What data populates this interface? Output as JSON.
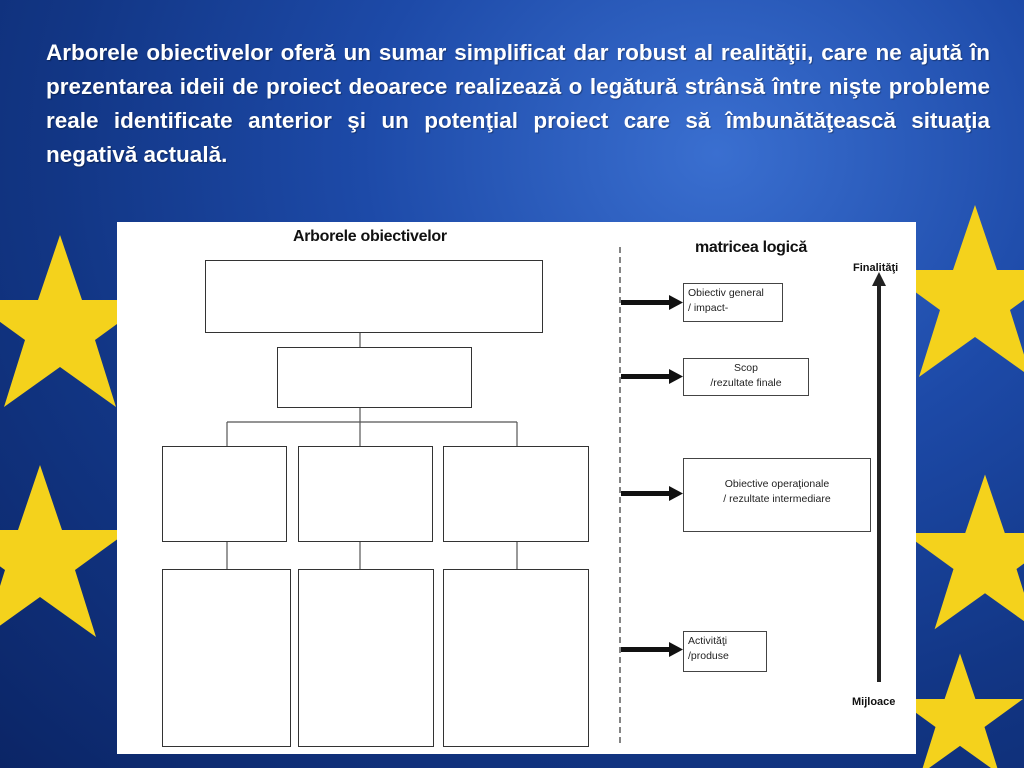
{
  "slide": {
    "paragraph": "Arborele obiectivelor oferă un sumar simplificat dar robust  al realităţii, care ne ajută în prezentarea ideii de proiect  deoarece realizează o legătură strânsă între nişte probleme reale identificate anterior şi un potenţial proiect care să îmbunătăţească situaţia negativă actuală."
  },
  "diagram": {
    "tree_title": "Arborele obiectivelor",
    "matrix_title": "matricea logică",
    "axis_top": "Finalităţi",
    "axis_bottom": "Mijloace",
    "matrix_boxes": [
      {
        "line1": "Obiectiv general",
        "line2": "/ impact-"
      },
      {
        "line1": "Scop",
        "line2": "/rezultate finale"
      },
      {
        "line1": "Obiective operaţionale",
        "line2": "/ rezultate intermediare"
      },
      {
        "line1": "Activităţi",
        "line2": "/produse"
      }
    ]
  },
  "colors": {
    "background": "#1d4aa8",
    "stars": "#f4d21c",
    "text": "#ffffff"
  }
}
